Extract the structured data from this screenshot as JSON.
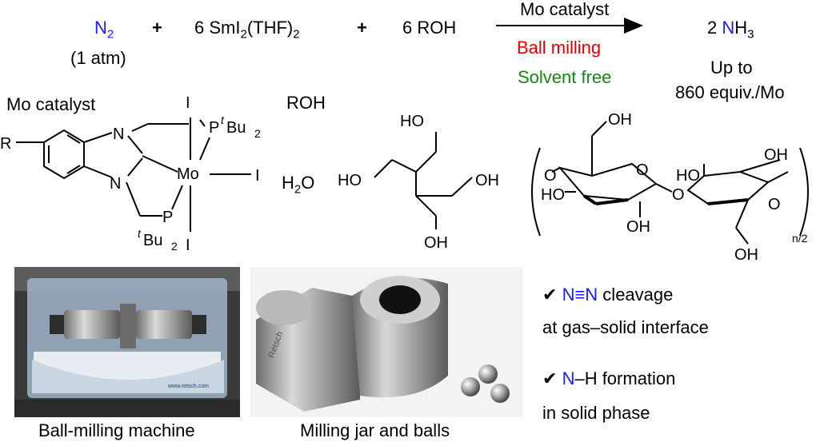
{
  "equation": {
    "reactant1_formula": "N",
    "reactant1_sub": "2",
    "reactant1_note": "(1 atm)",
    "plus1": "+",
    "reactant2_prefix": "6 SmI",
    "reactant2_sub1": "2",
    "reactant2_mid": "(THF)",
    "reactant2_sub2": "2",
    "plus2": "+",
    "reactant3": "6 ROH",
    "arrow_above": "Mo catalyst",
    "arrow_below_1": "Ball milling",
    "arrow_below_2": "Solvent free",
    "product_coef": "2",
    "product_n": "N",
    "product_h": "H",
    "product_sub": "3",
    "yield_line1": "Up to",
    "yield_line2": "860 equiv./Mo"
  },
  "structures": {
    "catalyst_label": "Mo catalyst",
    "roh_label": "ROH",
    "water_h": "H",
    "water_sub": "2",
    "water_o": "O",
    "catalyst_atoms": {
      "r": "R",
      "n": "N",
      "mo": "Mo",
      "i": "I",
      "p": "P",
      "tbu": "Bu",
      "tbu_sub": "2",
      "t": "t"
    },
    "polyol_atoms": {
      "oh": "OH",
      "ho": "HO"
    },
    "sugar_atoms": {
      "o": "O",
      "oh": "OH",
      "ho": "HO",
      "n2": "n/2"
    }
  },
  "photos": {
    "machine_caption": "Ball-milling machine",
    "machine_brand": "www.retsch.com",
    "jar_caption": "Milling jar and balls",
    "jar_brand": "Retsch"
  },
  "bullets": [
    {
      "mark": "✔",
      "highlight": "N≡N",
      "text": " cleavage",
      "line2": "at gas–solid interface"
    },
    {
      "mark": "✔",
      "highlight": "N",
      "text": "–H formation",
      "line2": "in solid phase"
    }
  ],
  "colors": {
    "blue": "#1a1aff",
    "red": "#e00000",
    "green": "#118a11"
  }
}
